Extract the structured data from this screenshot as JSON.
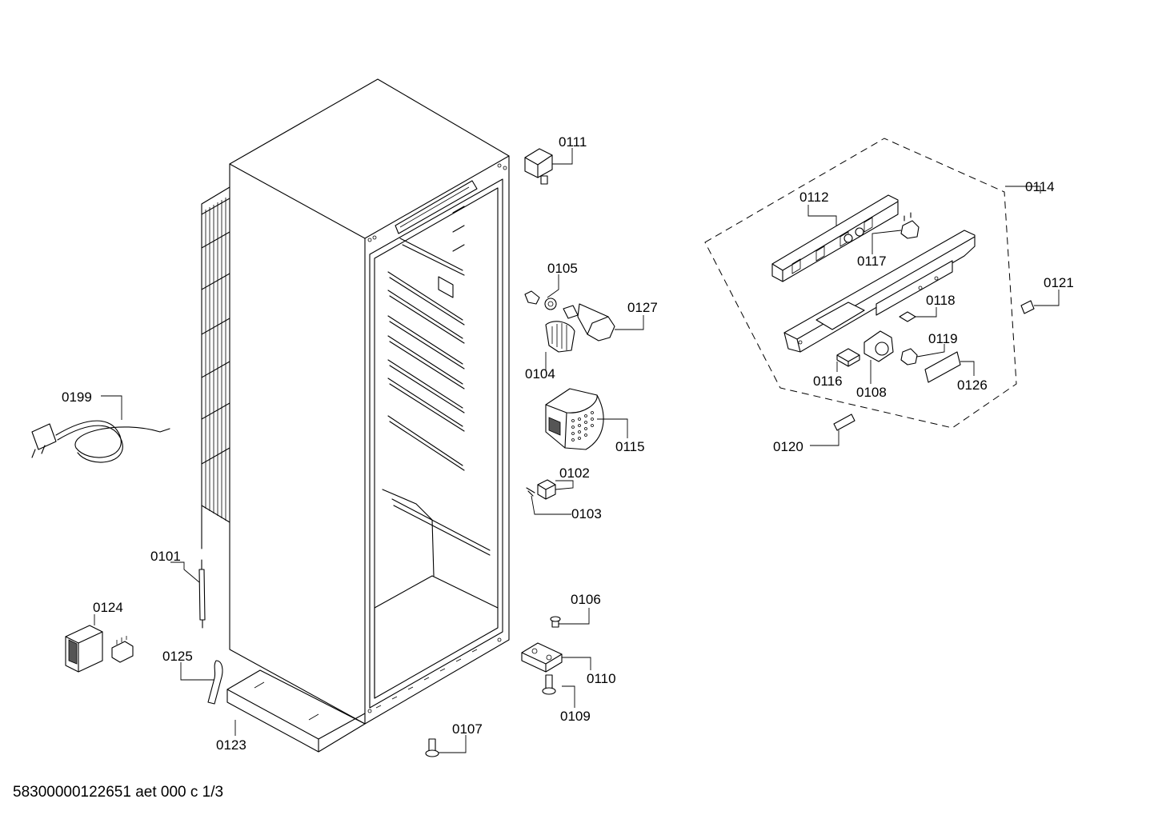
{
  "diagram": {
    "footer_text": "58300000122651 aet 000 c 1/3",
    "callouts": {
      "c0101": "0101",
      "c0102": "0102",
      "c0103": "0103",
      "c0104": "0104",
      "c0105": "0105",
      "c0106": "0106",
      "c0107": "0107",
      "c0108": "0108",
      "c0109": "0109",
      "c0110": "0110",
      "c0111": "0111",
      "c0112": "0112",
      "c0114": "0114",
      "c0115": "0115",
      "c0116": "0116",
      "c0117": "0117",
      "c0118": "0118",
      "c0119": "0119",
      "c0120": "0120",
      "c0121": "0121",
      "c0123": "0123",
      "c0124": "0124",
      "c0125": "0125",
      "c0126": "0126",
      "c0127": "0127",
      "c0199": "0199"
    }
  }
}
